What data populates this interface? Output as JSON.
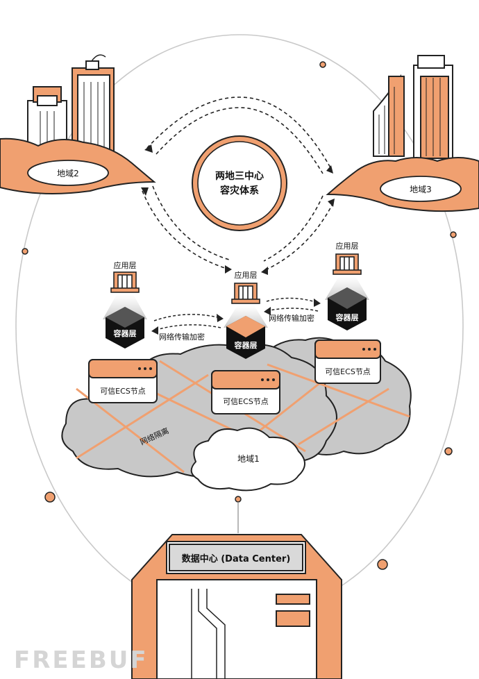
{
  "center": {
    "line1": "两地三中心",
    "line2": "容灾体系"
  },
  "regions": {
    "region1": "地域1",
    "region2": "地域2",
    "region3": "地域3"
  },
  "layers": {
    "app": "应用层",
    "container": "容器层",
    "node": "可信ECS节点"
  },
  "links": {
    "encrypt": "网络传输加密",
    "isolation": "网络隔离"
  },
  "datacenter": {
    "label": "数据中心 (Data Center)"
  },
  "watermark": "FREEBUF",
  "colors": {
    "accent": "#f0a070",
    "dark": "#1a1a1a",
    "cloud": "#c8c8c8",
    "line": "#bbbbbb"
  }
}
